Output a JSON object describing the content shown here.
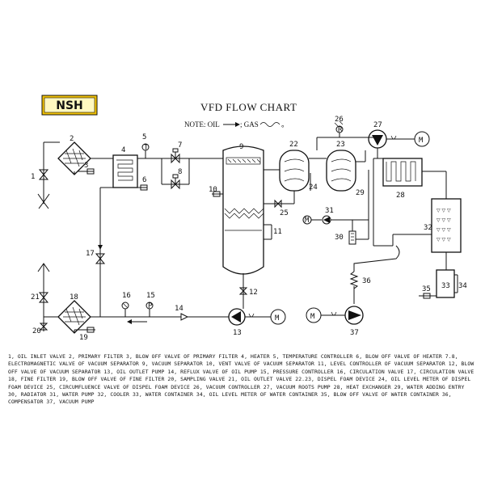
{
  "logo": {
    "text": "NSH"
  },
  "title": "VFD FLOW CHART",
  "note": {
    "prefix": "NOTE: OIL",
    "middle": "; GAS",
    "suffix": "。"
  },
  "components": {
    "c1": "1",
    "c2": "2",
    "c3": "3",
    "c4": "4",
    "c5": "5",
    "c6": "6",
    "c7": "7",
    "c8": "8",
    "c9": "9",
    "c10": "10",
    "c11": "11",
    "c12": "12",
    "c13": "13",
    "c14": "14",
    "c15": "15",
    "c16": "16",
    "c17": "17",
    "c18": "18",
    "c19": "19",
    "c20": "20",
    "c21": "21",
    "c22": "22",
    "c23": "23",
    "c24": "24",
    "c25": "25",
    "c26": "26",
    "c27": "27",
    "c28": "28",
    "c29": "29",
    "c30": "30",
    "c31": "31",
    "c32": "32",
    "c33": "33",
    "c34": "34",
    "c35": "35",
    "c36": "36",
    "c37": "37"
  },
  "symbols": {
    "temp": "T",
    "pressure": "P",
    "motor": "M",
    "vacuum_gauge": "R"
  },
  "legend": "1, OIL INLET VALVE 2, PRIMARY FILTER 3, BLOW OFF VALVE OF PRIMARY FILTER 4, HEATER 5, TEMPERATURE CONTROLLER 6, BLOW OFF VALVE OF HEATER 7.8, ELECTROMAGNETIC VALVE OF VACUUM SEPARATOR 9, VACUUM SEPARATOR 10, VENT VALVE OF VACUUM SEPARATOR 11, LEVEL CONTROLLER OF VACUUM SEPARATOR 12, BLOW OFF VALVE OF VACUUM SEPARATOR 13, OIL OUTLET PUMP 14, REFLUX VALVE OF OIL PUMP 15, PRESSURE CONTROLLER 16, CIRCULATION VALVE 17, CIRCULATION VALVE 18, FINE FILTER 19, BLOW OFF VALVE OF FINE FILTER 20, SAMPLING VALVE 21, OIL OUTLET VALVE 22.23, DISPEL FOAM DEVICE 24, OIL LEVEL METER OF DISPEL FOAM DEVICE 25, CIRCUMFLUENCE VALVE OF DISPEL FOAM DEVICE 26, VACUUM CONTROLLER 27, VACUUM ROOTS PUMP 28, HEAT EXCHANGER 29, WATER ADDING ENTRY 30, RADIATOR 31, WATER PUMP 32, COOLER 33, WATER CONTAINER 34, OIL LEVEL METER OF WATER CONTAINER 35, BLOW OFF VALVE OF WATER CONTAINER 36, COMPENSATOR 37, VACUUM PUMP"
}
